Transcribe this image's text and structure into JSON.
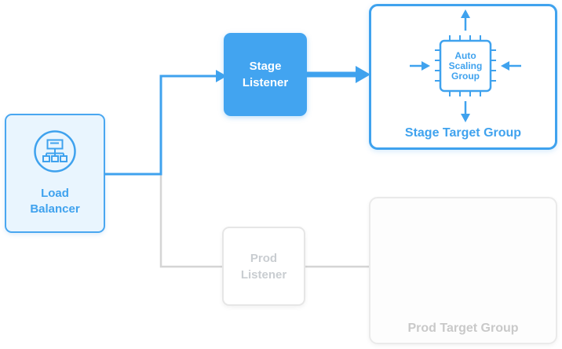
{
  "diagram": {
    "title": "",
    "colors": {
      "accent_blue": "#3FA2EE",
      "listener_blue_fill": "#42A4F0",
      "load_balancer_fill": "#E9F5FE",
      "inactive_border_gray": "#E6E6E6",
      "inactive_text_gray": "#C9CDD1",
      "connector_gray": "#D5D5D5"
    },
    "icons": {
      "load_balancer": "network-tree-icon",
      "auto_scaling": "cpu-chip-with-arrows-icon"
    },
    "nodes": {
      "load_balancer": {
        "label": "Load Balancer"
      },
      "stage_listener": {
        "label": "Stage Listener"
      },
      "prod_listener": {
        "label": "Prod Listener"
      },
      "stage_target_group": {
        "label": "Stage Target Group",
        "auto_scaling_label": "Auto Scaling Group"
      },
      "prod_target_group": {
        "label": "Prod Target Group"
      }
    }
  }
}
